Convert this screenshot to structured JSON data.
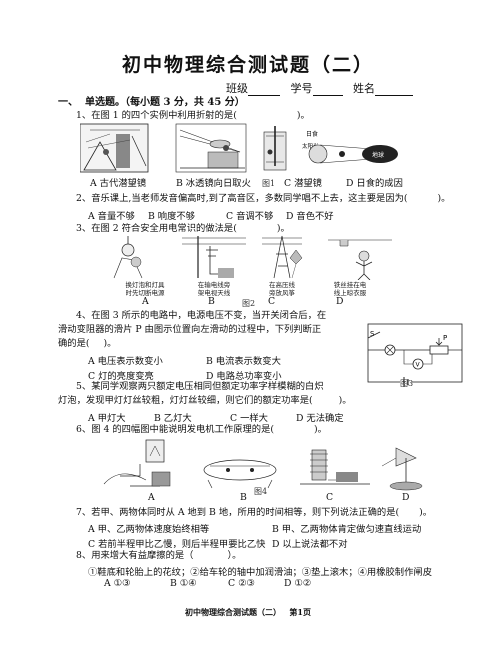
{
  "title": "初中物理综合测试题（二）",
  "info": {
    "class_label": "班级",
    "id_label": "学号",
    "name_label": "姓名"
  },
  "section1": {
    "num": "一、",
    "heading": "单选题。（每小题 3 分，共 45 分）"
  },
  "q1": {
    "stem": "1、在图 1 的四个实例中利用折射的是(",
    "close": ")。",
    "options": [
      "A 古代潜望镜",
      "B 冰透镜向日取火",
      "C 潜望镜",
      "D 日食的成因"
    ],
    "fig": "图1",
    "diagram_labels": [
      "日食",
      "太阳光",
      "地球"
    ]
  },
  "q2": {
    "stem": "2、音乐课上,当老师发音偏高时,到了高音区，多数同学唱不上去，这主要是因为(",
    "close": ")。",
    "options": [
      "A 音量不够",
      "B 响度不够",
      "C 音调不够",
      "D 音色不好"
    ]
  },
  "q3": {
    "stem": "3、在图 2 符合安全用电常识的做法是(",
    "close": ")。",
    "captions": [
      "换灯泡和灯具\n时先切断电源",
      "在输电线旁\n架电视天线",
      "在高压线\n旁放风筝",
      "铁丝挂在电\n线上晾衣服"
    ],
    "letters": [
      "A",
      "B",
      "C",
      "D"
    ],
    "fig": "图2"
  },
  "q4": {
    "line1": "4、在图 3 所示的电路中，电源电压不变，当开关闭合后，在",
    "line2": "滑动变阻器的滑片 P 由图示位置向左滑动的过程中，下列判断正",
    "line3": "确的是(",
    "close": ")。",
    "options": [
      "A 电压表示数变小",
      "B 电流表示数变大",
      "C 灯的亮度变亮",
      "D 电路总功率变小"
    ],
    "fig": "图3",
    "labels": [
      "S",
      "P"
    ]
  },
  "q5": {
    "line1": "5、某同学观察两只额定电压相同但额定功率字样模糊的白炽",
    "line2": "灯泡，发现甲灯灯丝较粗，灯灯丝较细，则它们的额定功率是(",
    "close": ")。",
    "options": [
      "A 甲灯大",
      "B 乙灯大",
      "C 一样大",
      "D 无法确定"
    ]
  },
  "q6": {
    "stem": "6、图 4 的四幅图中能说明发电机工作原理的是(",
    "close": ")。",
    "letters": [
      "A",
      "B",
      "C",
      "D"
    ],
    "fig": "图4"
  },
  "q7": {
    "stem": "7、若甲、两物体同时从 A 地到 B 地，所用的时间相等，则下列说法正确的是(",
    "close": ")。",
    "options": [
      "A 甲、乙两物体速度始终相等",
      "B 甲、乙两物体肯定做匀速直线运动",
      "C 若前半程甲比乙慢，则后半程甲要比乙快",
      "D 以上说法都不对"
    ]
  },
  "q8": {
    "stem": "8、用来增大有益摩擦的是（",
    "close": "）。",
    "items": "①鞋底和轮胎上的花纹；②给车轮的轴中加润滑油；③垫上滚木；④用橡胶制作闸皮",
    "options": [
      "A ①③",
      "B ①④",
      "C ②③",
      "D ①②"
    ]
  },
  "footer": {
    "text": "初中物理综合测试题（二）",
    "page": "第1页"
  }
}
